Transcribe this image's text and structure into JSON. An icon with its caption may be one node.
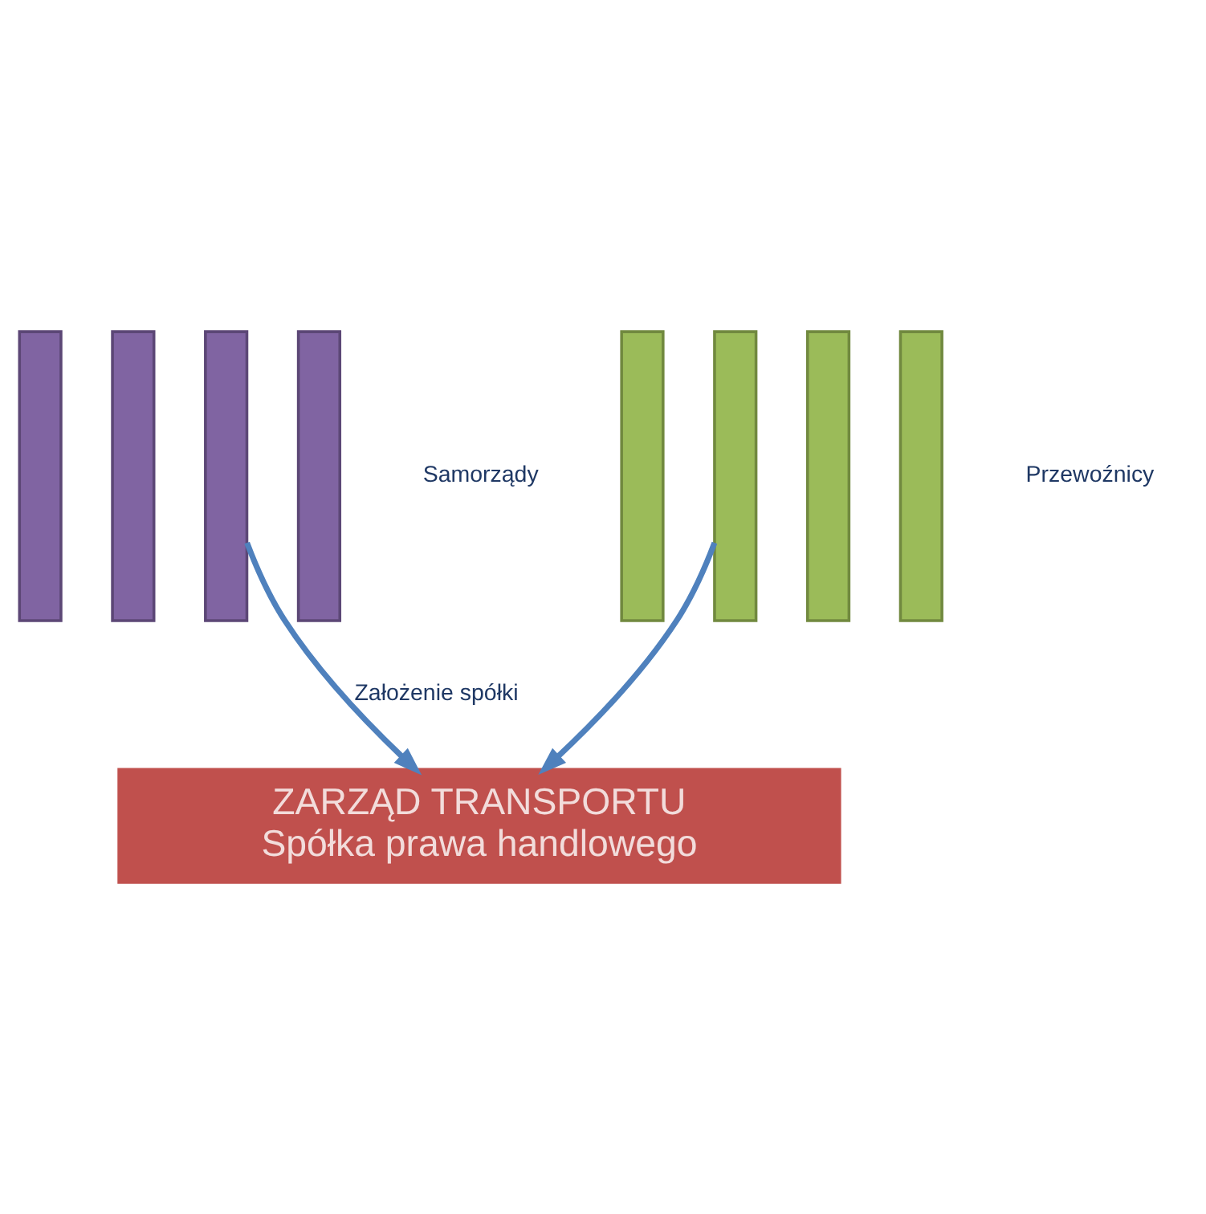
{
  "diagram": {
    "nodes": [
      {
        "text": [],
        "shape": "bar"
      },
      {
        "text": [],
        "shape": "bar"
      },
      {
        "text": [],
        "shape": "bar"
      },
      {
        "text": [],
        "shape": "bar"
      },
      {
        "text": [
          "Samorządy"
        ]
      },
      {
        "text": [],
        "shape": "bar"
      },
      {
        "text": [],
        "shape": "bar"
      },
      {
        "text": [],
        "shape": "bar"
      },
      {
        "text": [],
        "shape": "bar"
      },
      {
        "text": [
          "Przewoźnicy"
        ]
      },
      {
        "text": [
          "ZARZĄD TRANSPORTU",
          "Spółka prawa handlowego"
        ]
      }
    ],
    "edges": [
      {
        "from": 2,
        "to": 10,
        "arrow": "to",
        "label": "Założenie spółki"
      },
      {
        "from": 6,
        "to": 10,
        "arrow": "to"
      }
    ]
  }
}
